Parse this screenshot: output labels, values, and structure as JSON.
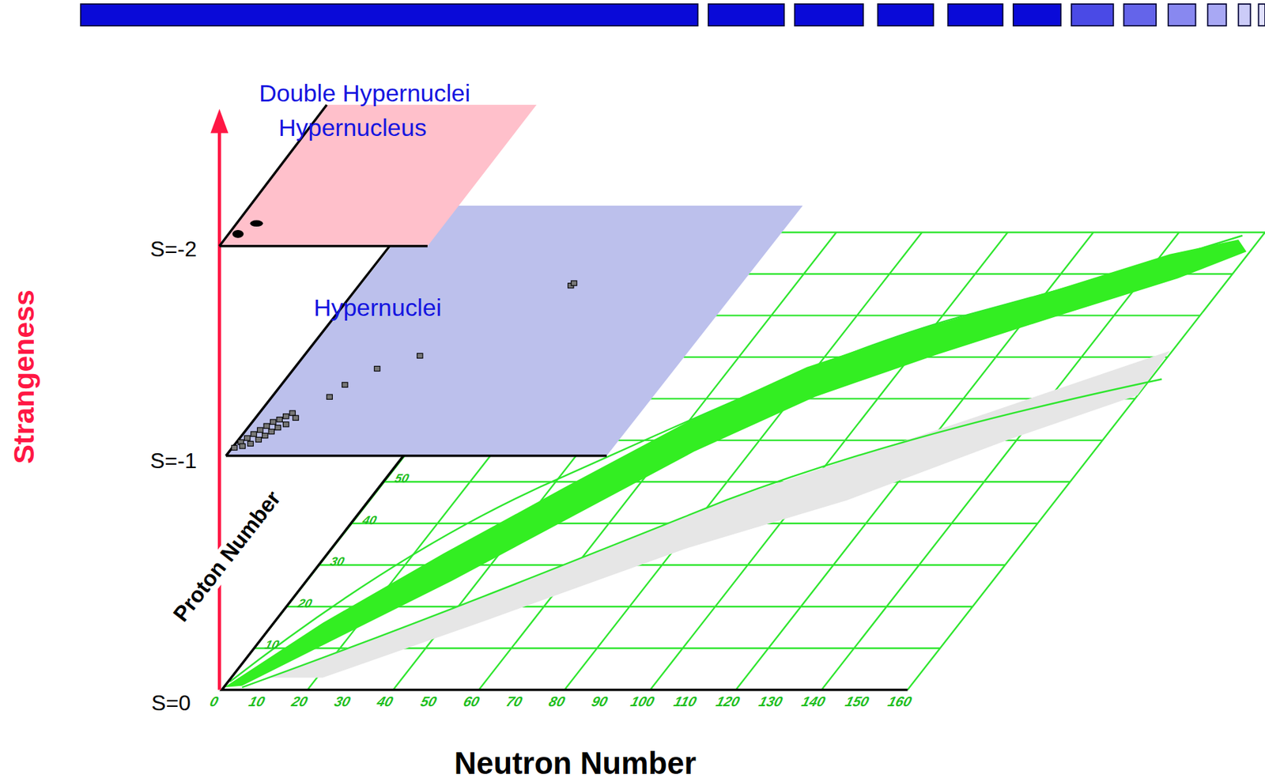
{
  "diagram": {
    "nodes": [
      {
        "text": [
          "Double Hypernuclei",
          "Hypernucleus"
        ]
      },
      {
        "text": [
          "Hypernuclei"
        ]
      }
    ],
    "labels": [
      "Strangeness",
      "Proton Number",
      "S=-2",
      "S=-1",
      "S=0",
      "Neutron Number",
      "0",
      "10",
      "20",
      "30",
      "40",
      "50",
      "60",
      "70",
      "80",
      "90",
      "100",
      "110",
      "120",
      "130",
      "140",
      "150",
      "160",
      "10",
      "20",
      "30",
      "40",
      "50"
    ]
  }
}
